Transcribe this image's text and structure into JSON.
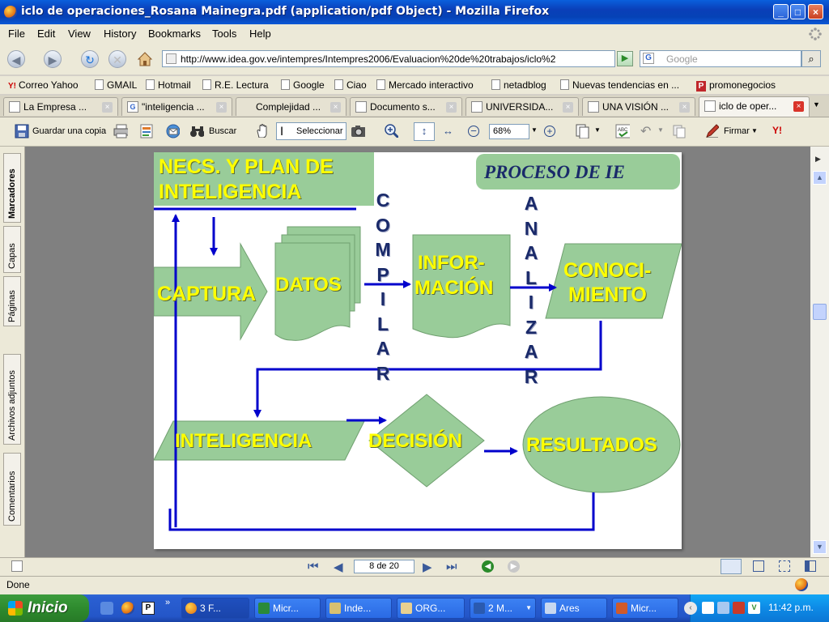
{
  "window": {
    "title": "iclo de operaciones_Rosana Mainegra.pdf (application/pdf Object) - Mozilla Firefox",
    "buttons": {
      "minimize": "_",
      "maximize": "□",
      "close": "×"
    }
  },
  "menu": [
    "File",
    "Edit",
    "View",
    "History",
    "Bookmarks",
    "Tools",
    "Help"
  ],
  "nav": {
    "url": "http://www.idea.gov.ve/intempres/Intempres2006/Evaluacion%20de%20trabajos/iclo%2",
    "search_placeholder": "Google"
  },
  "bookmarks": [
    "Correo Yahoo",
    "GMAIL",
    "Hotmail",
    "R.E. Lectura",
    "Google",
    "Ciao",
    "Mercado interactivo",
    "netadblog",
    "Nuevas tendencias en ...",
    "promonegocios"
  ],
  "tabs": [
    "La Empresa ...",
    "\"inteligencia ...",
    "Complejidad ...",
    "Documento s...",
    "UNIVERSIDA...",
    "UNA VISIÓN ...",
    "iclo de oper..."
  ],
  "pdf_toolbar": {
    "save_copy": "Guardar una copia",
    "search": "Buscar",
    "select": "Seleccionar",
    "zoom": "68%",
    "sign": "Firmar"
  },
  "sidebar_tabs": [
    "Marcadores",
    "Capas",
    "Páginas",
    "Archivos adjuntos",
    "Comentarios"
  ],
  "diagram": {
    "header_title": "NECS. Y PLAN DE INTELIGENCIA",
    "header_line1": "NECS. Y PLAN DE",
    "header_line2": "INTELIGENCIA",
    "process_title": "PROCESO DE IE",
    "captura": "CAPTURA",
    "datos": "DATOS",
    "compilar": [
      "C",
      "O",
      "M",
      "P",
      "I",
      "L",
      "A",
      "R"
    ],
    "informacion_1": "INFOR-",
    "informacion_2": "MACIÓN",
    "analizar": [
      "A",
      "N",
      "A",
      "L",
      "I",
      "Z",
      "A",
      "R"
    ],
    "conocimiento_1": "CONOCI-",
    "conocimiento_2": "MIENTO",
    "inteligencia": "INTELIGENCIA",
    "decision": "DECISIÓN",
    "resultados": "RESULTADOS",
    "colors": {
      "shape_fill": "#99cc99",
      "shape_stroke": "#6f9f6f",
      "arrow": "#0000cc",
      "text": "#ffff00",
      "vertical_text": "#1a2a6a"
    }
  },
  "pdf_nav": {
    "page_indicator": "8 de 20"
  },
  "status": "Done",
  "taskbar": {
    "start": "Inicio",
    "tasks": [
      "3 F...",
      "Micr...",
      "Inde...",
      "ORG...",
      "2 M...",
      "Ares",
      "Micr..."
    ],
    "clock": "11:42 p.m."
  }
}
